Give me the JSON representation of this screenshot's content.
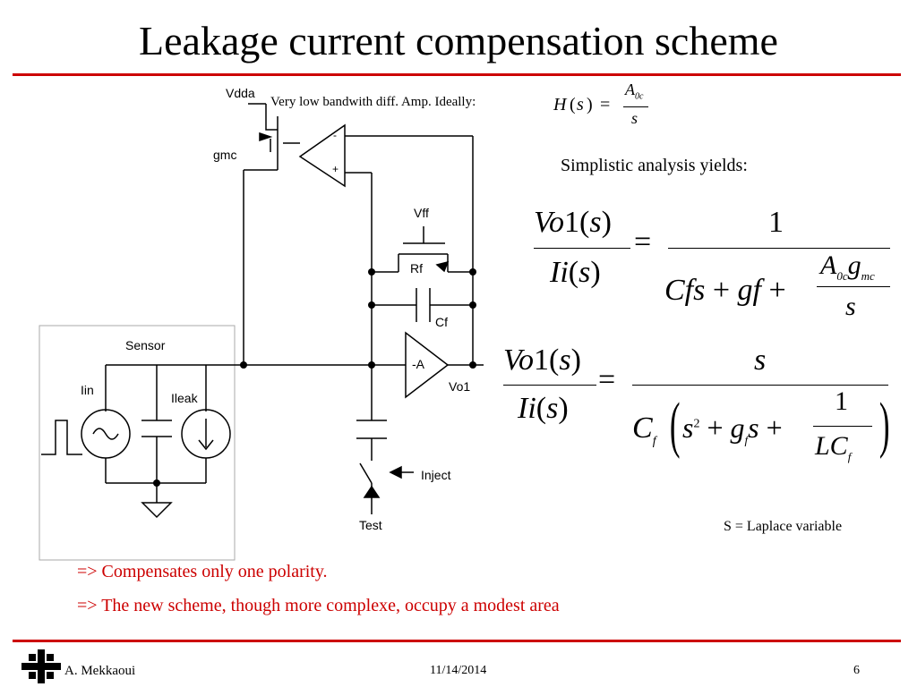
{
  "title": "Leakage current compensation scheme",
  "circuit": {
    "vdda": "Vdda",
    "amp_note": "Very low bandwith diff. Amp. Ideally:",
    "gmc": "gmc",
    "minus": "-",
    "plus": "+",
    "vff": "Vff",
    "rf": "Rf",
    "cf": "Cf",
    "amp": "-A",
    "vo1": "Vo1",
    "sensor": "Sensor",
    "iin": "Iin",
    "ileak": "Ileak",
    "inject": "Inject",
    "test": "Test"
  },
  "analysis_label": "Simplistic analysis yields:",
  "laplace_note": "S = Laplace variable",
  "bullets": [
    "=> Compensates only one polarity.",
    "=> The new scheme, though more complexe, occupy a modest area"
  ],
  "footer": {
    "author": "A. Mekkaoui",
    "date": "11/14/2014",
    "page": "6"
  },
  "colors": {
    "rule": "#cc0000",
    "bullet_text": "#cc0000"
  }
}
